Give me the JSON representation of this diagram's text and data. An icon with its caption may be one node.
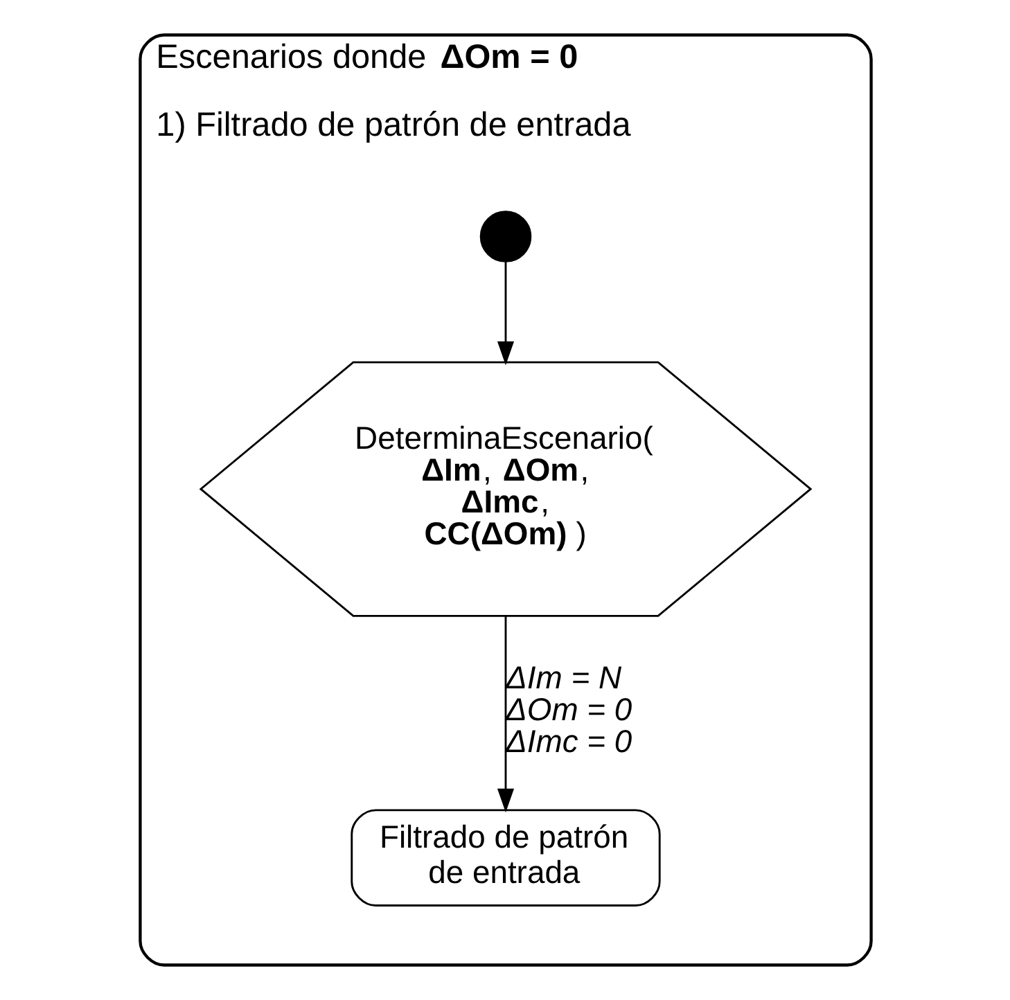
{
  "diagram": {
    "nodes": [
      {
        "text": [
          "Escenarios donde **ΔOm = 0**",
          "1) Filtrado de patrón de entrada"
        ]
      },
      {
        "text": [],
        "shape": "circle",
        "in": 0
      },
      {
        "text": [
          "DeterminaEscenario( **ΔIm**, **ΔOm**, **ΔImc**, **CC(ΔOm)** )"
        ],
        "in": 0
      },
      {
        "text": [
          "Filtrado de patrón de entrada"
        ],
        "in": 0
      }
    ],
    "edges": [
      {
        "from": 1,
        "to": 2,
        "arrow": "to"
      },
      {
        "from": 2,
        "to": 3,
        "arrow": "to",
        "label": "ΔIm = N ΔOm = 0 ΔImc = 0"
      }
    ]
  }
}
